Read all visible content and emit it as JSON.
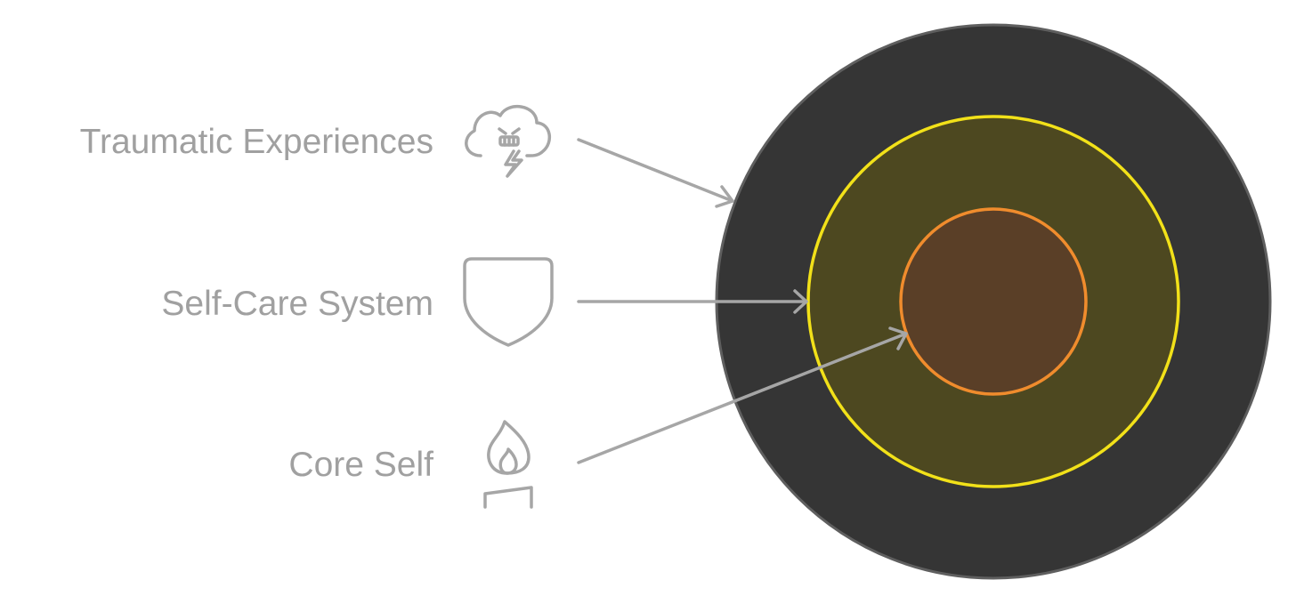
{
  "diagram": {
    "items": [
      {
        "label": "Traumatic Experiences",
        "icon": "storm-cloud-icon",
        "target": "outer-ring"
      },
      {
        "label": "Self-Care System",
        "icon": "shield-icon",
        "target": "middle-ring"
      },
      {
        "label": "Core Self",
        "icon": "flame-icon",
        "target": "inner-circle"
      }
    ],
    "rings": [
      {
        "name": "outer-ring",
        "fill": "#353535",
        "stroke": "#5f5f5f"
      },
      {
        "name": "middle-ring",
        "fill": "#4d4820",
        "stroke": "#f2e119"
      },
      {
        "name": "inner-circle",
        "fill": "#5a3f27",
        "stroke": "#f08c2d"
      }
    ],
    "colors": {
      "label_text": "#a0a0a0",
      "icon_stroke": "#a6a6a6",
      "arrow_stroke": "#a6a6a6",
      "background": "#ffffff"
    }
  }
}
